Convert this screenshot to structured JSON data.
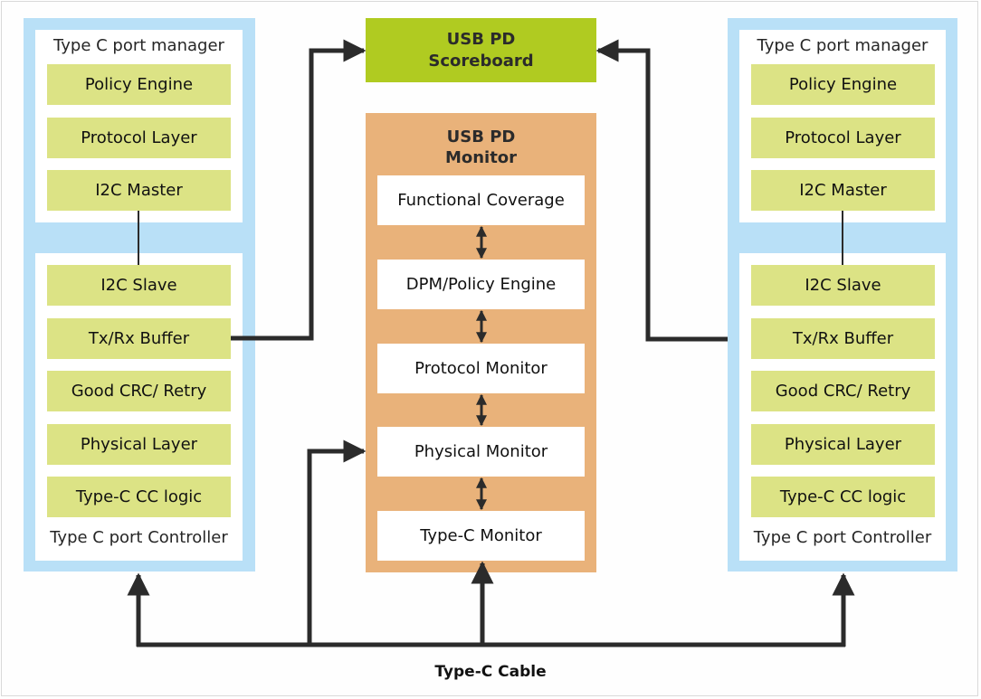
{
  "diagram": {
    "left_port": {
      "manager_title": "Type C port manager",
      "manager_blocks": [
        "Policy Engine",
        "Protocol Layer",
        "I2C Master"
      ],
      "controller_blocks": [
        "I2C Slave",
        "Tx/Rx Buffer",
        "Good CRC/ Retry",
        "Physical Layer",
        "Type-C CC logic"
      ],
      "controller_title": "Type C port Controller"
    },
    "right_port": {
      "manager_title": "Type C port manager",
      "manager_blocks": [
        "Policy Engine",
        "Protocol Layer",
        "I2C Master"
      ],
      "controller_blocks": [
        "I2C Slave",
        "Tx/Rx Buffer",
        "Good CRC/ Retry",
        "Physical Layer",
        "Type-C CC logic"
      ],
      "controller_title": "Type C port Controller"
    },
    "scoreboard": {
      "line1": "USB PD",
      "line2": "Scoreboard"
    },
    "monitor": {
      "title_line1": "USB PD",
      "title_line2": "Monitor",
      "blocks": [
        "Functional Coverage",
        "DPM/Policy Engine",
        "Protocol Monitor",
        "Physical Monitor",
        "Type-C Monitor"
      ]
    },
    "cable_label": "Type-C Cable",
    "colors": {
      "port_frame": "#b9e0f7",
      "port_block": "#dce385",
      "scoreboard": "#b0cb21",
      "monitor": "#e9b27a",
      "wire": "#2b2b2b"
    }
  }
}
